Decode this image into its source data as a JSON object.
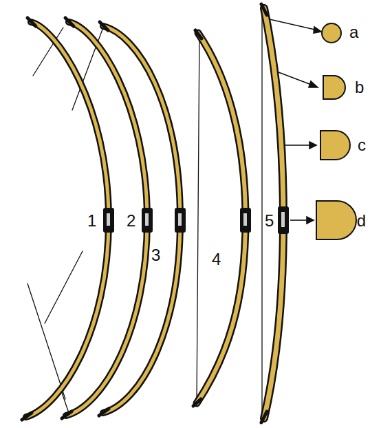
{
  "diagram": {
    "labels": [
      "1",
      "2",
      "3",
      "4",
      "5",
      "a",
      "b",
      "c",
      "d"
    ]
  }
}
